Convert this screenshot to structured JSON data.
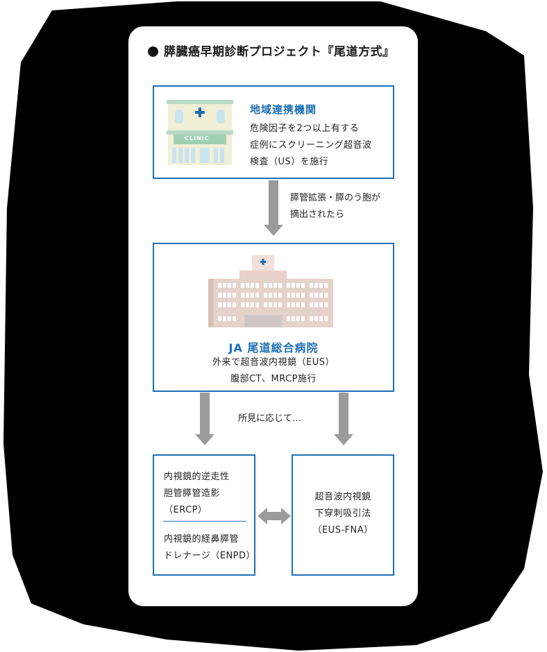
{
  "title": "膵臓癌早期診断プロジェクト『尾道方式』",
  "clinic": {
    "name": "地域連携機関",
    "sign": "CLINIC",
    "lines": [
      "危険因子を2つ以上有する",
      "症例にスクリーニング超音波",
      "検査（US）を施行"
    ]
  },
  "arrow1_note": [
    "膵管拡張・膵のう胞が",
    "摘出されたら"
  ],
  "hospital": {
    "name": "JA 尾道総合病院",
    "lines": [
      "外来で超音波内視鏡（EUS）",
      "腹部CT、MRCP施行"
    ]
  },
  "arrow2_note": "所見に応じて…",
  "left_box": {
    "top_lines": [
      "内視鏡的逆走性",
      "胆管膵管造影",
      "（ERCP）"
    ],
    "bottom_lines": [
      "内視鏡的経鼻膵管",
      "ドレナージ（ENPD）"
    ]
  },
  "right_box": {
    "lines": [
      "超音波内視鏡",
      "下穿刺吸引法",
      "（EUS-FNA）"
    ]
  },
  "colors": {
    "accent": "#1d6fb5",
    "arrow": "#9b9b9b",
    "blob": "#000000"
  }
}
